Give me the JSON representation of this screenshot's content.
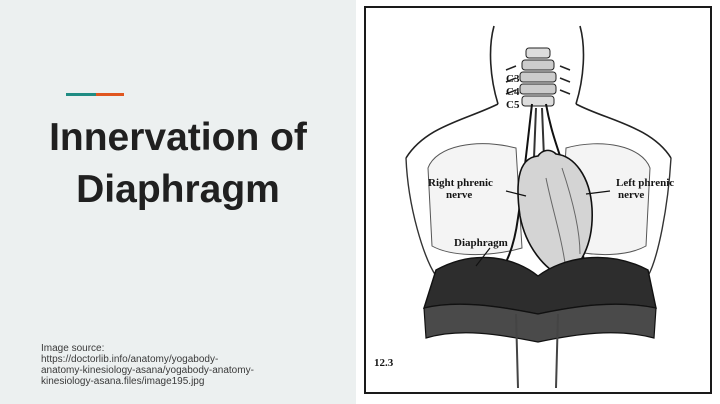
{
  "slide": {
    "title_line1": "Innervation of",
    "title_line2": "Diaphragm",
    "accent_colors": [
      "#1f8c83",
      "#e0561f"
    ],
    "background_left": "#ecf0f0"
  },
  "source": {
    "label": "Image source:",
    "line1": "https://doctorlib.info/anatomy/yogabody-",
    "line2": "anatomy-kinesiology-asana/yogabody-anatomy-",
    "line3": "kinesiology-asana.files/image195.jpg"
  },
  "figure": {
    "label_c3": "C3",
    "label_c4": "C4",
    "label_c5": "C5",
    "label_right_phrenic_1": "Right phrenic",
    "label_right_phrenic_2": "nerve",
    "label_left_phrenic_1": "Left phrenic",
    "label_left_phrenic_2": "nerve",
    "label_diaphragm": "Diaphragm",
    "figure_number": "12.3"
  }
}
